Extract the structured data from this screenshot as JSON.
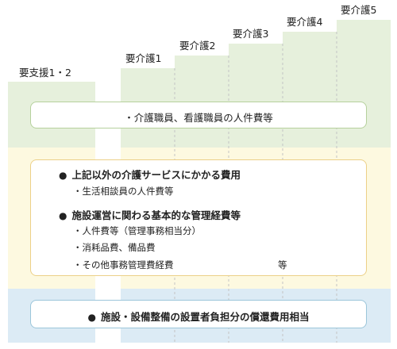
{
  "levels": [
    "要支援1・2",
    "要介護1",
    "要介護2",
    "要介護3",
    "要介護4",
    "要介護5"
  ],
  "box_personnel": {
    "text": "・介護職員、看護職員の人件費等"
  },
  "box_services": {
    "heading1": "上記以外の介護サービスにかかる費用",
    "item1": "・生活相談員の人件費等",
    "heading2": "施設運営に関わる基本的な管理経費等",
    "items2": [
      "・人件費等（管理事務相当分）",
      "・消耗品費、備品費",
      "・その他事務管理費経費"
    ],
    "items2_suffix": "等"
  },
  "box_facility": {
    "text": "施設・設備整備の設置者負担分の償還費用相当"
  },
  "bullet_icon": "black-circle-icon",
  "colors": {
    "green": "#e6f0dc",
    "yellow": "#fdf9e0",
    "blue": "#dcebf5",
    "green_border": "#b6d19d",
    "yellow_border": "#ecd088",
    "blue_border": "#9cc6da"
  }
}
